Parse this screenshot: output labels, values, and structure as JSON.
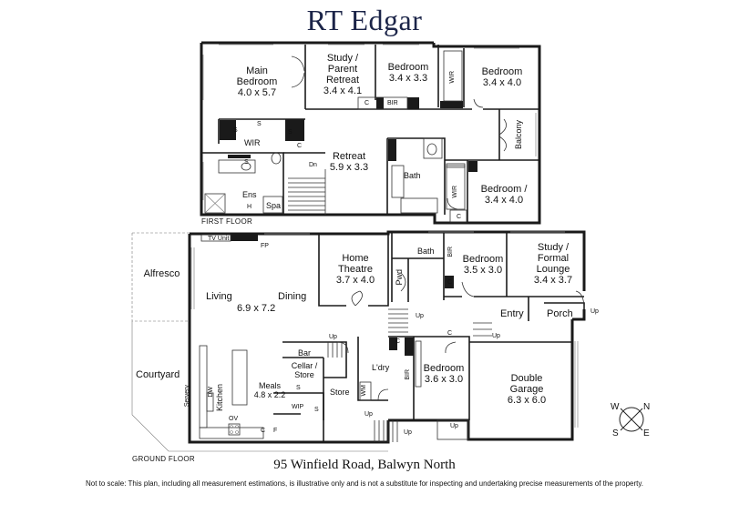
{
  "brand": "RT Edgar",
  "address": "95 Winfield Road, Balwyn North",
  "disclaimer": "Not to scale: This plan, including all measurement estimations, is illustrative only and is not a substitute for inspecting and undertaking precise measurements of the property.",
  "floors": {
    "first": "FIRST FLOOR",
    "ground": "GROUND FLOOR"
  },
  "compass": {
    "w": "W",
    "n": "N",
    "s": "S",
    "e": "E"
  },
  "first_floor": {
    "main_bedroom": {
      "name": "Main\nBedroom",
      "size": "4.0 x 5.7"
    },
    "study_parent": {
      "name": "Study /\nParent\nRetreat",
      "size": "3.4 x 4.1"
    },
    "bedroom_a": {
      "name": "Bedroom",
      "size": "3.4 x 3.3"
    },
    "bedroom_b": {
      "name": "Bedroom",
      "size": "3.4 x 4.0"
    },
    "balcony": "Balcony",
    "retreat": {
      "name": "Retreat",
      "size": "5.9 x 3.3"
    },
    "bedroom_c": {
      "name": "Bedroom /",
      "size": "3.4 x 4.0"
    },
    "wir_main": "WIR",
    "wir_b": "WIR",
    "wir_c": "WIR",
    "bath": "Bath",
    "ens": "Ens",
    "spa": "Spa",
    "dn": "Dn",
    "bir": "BIR",
    "c": "C",
    "s": "S",
    "h": "H"
  },
  "ground_floor": {
    "tv_unit": "TV Unit",
    "fp": "FP",
    "alfresco": "Alfresco",
    "living": "Living",
    "dining": "Dining",
    "living_size": "6.9 x 7.2",
    "home_theatre": {
      "name": "Home\nTheatre",
      "size": "3.7 x 4.0"
    },
    "bath": "Bath",
    "pwd": "Pwd",
    "bedroom_1": {
      "name": "Bedroom",
      "size": "3.5 x 3.0"
    },
    "study_formal": {
      "name": "Study /\nFormal\nLounge",
      "size": "3.4 x 3.7"
    },
    "entry": "Entry",
    "porch": "Porch",
    "courtyard": "Courtyard",
    "bar": "Bar",
    "cellar": "Cellar /\nStore",
    "meals": {
      "name": "Meals",
      "size": "4.8 x 2.2"
    },
    "kitchen": "Kitchen",
    "servery": "Servery",
    "dw": "DW",
    "ov": "OV",
    "wip": "WIP",
    "store": "Store",
    "ldry": "L'dry",
    "wm": "WM",
    "bedroom_2": {
      "name": "Bedroom",
      "size": "3.6 x 3.0"
    },
    "bir": "BIR",
    "double_garage": {
      "name": "Double\nGarage",
      "size": "6.3 x 6.0"
    },
    "up": "Up",
    "c": "C",
    "f": "F",
    "s": "S"
  }
}
